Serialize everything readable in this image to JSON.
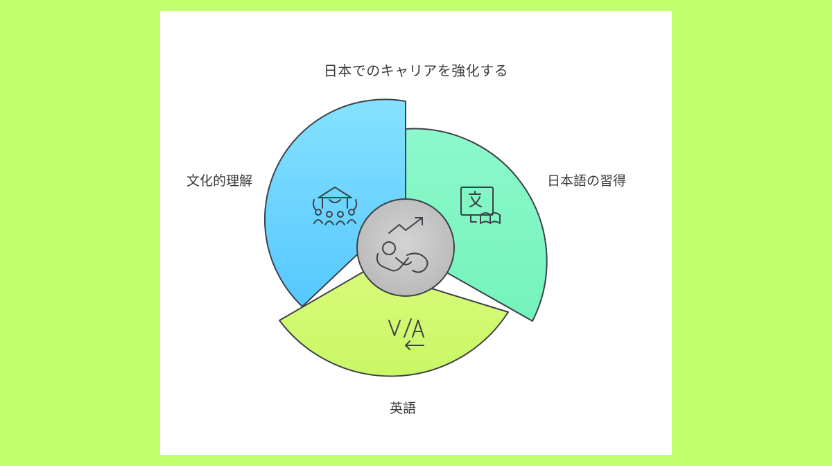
{
  "diagram": {
    "title": "日本でのキャリアを強化する",
    "segments": [
      {
        "label": "文化的理解",
        "color": "#6dd8ff",
        "icon": "community-temple-icon"
      },
      {
        "label": "日本語の習得",
        "color": "#80f7c3",
        "icon": "translate-book-icon"
      },
      {
        "label": "英語",
        "color": "#d2f96f",
        "icon": "translation-arrow-icon"
      }
    ],
    "center": {
      "icon": "growth-effort-icon",
      "color": "#c8c8c8"
    }
  },
  "colors": {
    "background": "#c4ff6e",
    "card": "#ffffff",
    "stroke": "#3d4048"
  }
}
